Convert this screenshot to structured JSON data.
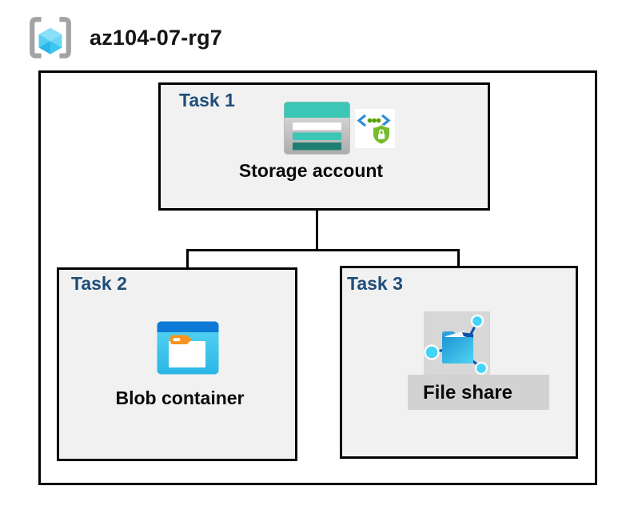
{
  "header": {
    "title": "az104-07-rg7",
    "icon": "resource-group-icon"
  },
  "diagram": {
    "tasks": [
      {
        "label": "Task 1",
        "item": "Storage account",
        "icons": [
          "storage-account-icon",
          "sas-lock-icon"
        ]
      },
      {
        "label": "Task 2",
        "item": "Blob container",
        "icons": [
          "blob-container-icon"
        ]
      },
      {
        "label": "Task 3",
        "item": "File share",
        "icons": [
          "file-share-icon"
        ]
      }
    ],
    "connections": [
      {
        "from": "Storage account",
        "to": "Blob container"
      },
      {
        "from": "Storage account",
        "to": "File share"
      }
    ]
  },
  "colors": {
    "task_label_navy": "#1F4E79",
    "box_fill": "#F1F1F1",
    "border_black": "#000000",
    "storage_teal": "#3CC6B6",
    "storage_teal_dark": "#1F7E72",
    "storage_body_gray": "#C9C9C9",
    "blob_bar_blue": "#0E7AD7",
    "blob_body_cyan": "#3EC6EB",
    "folder_tab_orange": "#F7941E",
    "share_navy": "#0F4FA8",
    "share_node_cyan": "#41D4F6",
    "share_bg_gray": "#D7D7D7",
    "label_bg_gray": "#D2D2D2",
    "shield_green": "#76BC2D",
    "bracket_blue": "#2E8ED8",
    "dot_green": "#57A300",
    "rg_bracket_gray": "#A3A3A3",
    "rg_cube_light": "#8BE0F8",
    "rg_cube_cyan": "#3EC7EE"
  }
}
